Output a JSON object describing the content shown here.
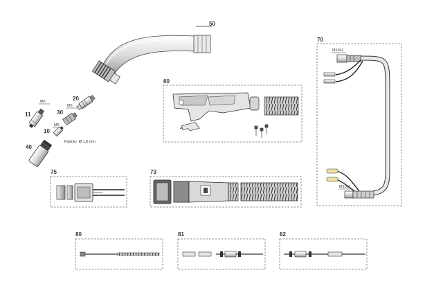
{
  "parts": [
    {
      "id": "p50",
      "label": "50"
    },
    {
      "id": "p60",
      "label": "60"
    },
    {
      "id": "p70",
      "label": "70"
    },
    {
      "id": "p73",
      "label": "73"
    },
    {
      "id": "p75",
      "label": "75"
    },
    {
      "id": "p80",
      "label": "80"
    },
    {
      "id": "p81",
      "label": "81"
    },
    {
      "id": "p82",
      "label": "82"
    },
    {
      "id": "p20",
      "label": "20"
    },
    {
      "id": "p30",
      "label": "30"
    },
    {
      "id": "p11",
      "label": "11"
    },
    {
      "id": "p10",
      "label": "10"
    },
    {
      "id": "p40",
      "label": "40"
    }
  ],
  "annotations": {
    "m6_a": "M6",
    "m6_b": "M6",
    "m6_c": "M6",
    "padrao": "Padrão: Ø 1,0 mm",
    "m10_top": "M10x1",
    "m10_bottom": "M10x1"
  }
}
